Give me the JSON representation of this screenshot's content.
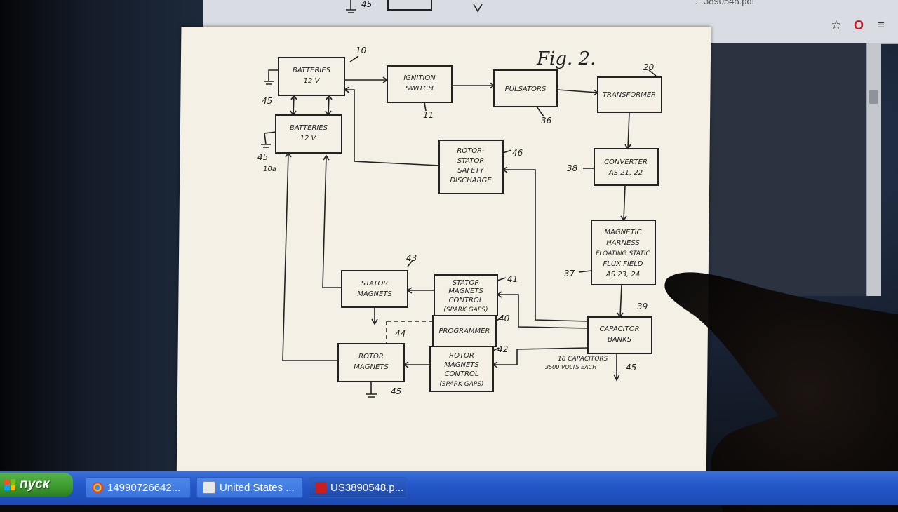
{
  "browser": {
    "tab_title": "…3890548.pdf",
    "star_icon": "star-icon",
    "opera_icon": "opera-icon",
    "menu_icon": "menu-icon"
  },
  "figure": {
    "title": "Fig. 2.",
    "blocks": {
      "batteries_top": [
        "BATTERIES",
        "12 V"
      ],
      "batteries_bottom": [
        "BATTERIES",
        "12 V."
      ],
      "ignition": [
        "IGNITION",
        "SWITCH"
      ],
      "pulsators": [
        "PULSATORS"
      ],
      "transformer": [
        "TRANSFORMER"
      ],
      "converter": [
        "CONVERTER",
        "AS 21, 22"
      ],
      "harness": [
        "MAGNETIC",
        "HARNESS",
        "FLOATING STATIC",
        "FLUX FIELD",
        "AS 23, 24"
      ],
      "capacitor": [
        "CAPACITOR",
        "BANKS"
      ],
      "safety": [
        "ROTOR-",
        "STATOR",
        "SAFETY",
        "DISCHARGE"
      ],
      "stator_magnets": [
        "STATOR",
        "MAGNETS"
      ],
      "stator_control": [
        "STATOR",
        "MAGNETS",
        "CONTROL",
        "(SPARK GAPS)"
      ],
      "programmer": [
        "PROGRAMMER"
      ],
      "rotor_control": [
        "ROTOR",
        "MAGNETS",
        "CONTROL",
        "(SPARK GAPS)"
      ],
      "rotor_magnets": [
        "ROTOR",
        "MAGNETS"
      ]
    },
    "capacitor_note": [
      "18 CAPACITORS",
      "3500 VOLTS EACH"
    ],
    "refs": {
      "r10": "10",
      "r10a": "10a",
      "r11": "11",
      "r36": "36",
      "r20": "20",
      "r38": "38",
      "r37": "37",
      "r39": "39",
      "r46": "46",
      "r43": "43",
      "r41": "41",
      "r40": "40",
      "r42": "42",
      "r44": "44",
      "r45a": "45",
      "r45b": "45",
      "r45c": "45",
      "r45d": "45",
      "r45e": "45"
    }
  },
  "taskbar": {
    "start_label": "пуск",
    "tasks": [
      {
        "label": "14990726642...",
        "icon": "chrome-icon"
      },
      {
        "label": "United States ...",
        "icon": "document-icon"
      },
      {
        "label": "US3890548.p...",
        "icon": "pdf-icon"
      }
    ]
  }
}
